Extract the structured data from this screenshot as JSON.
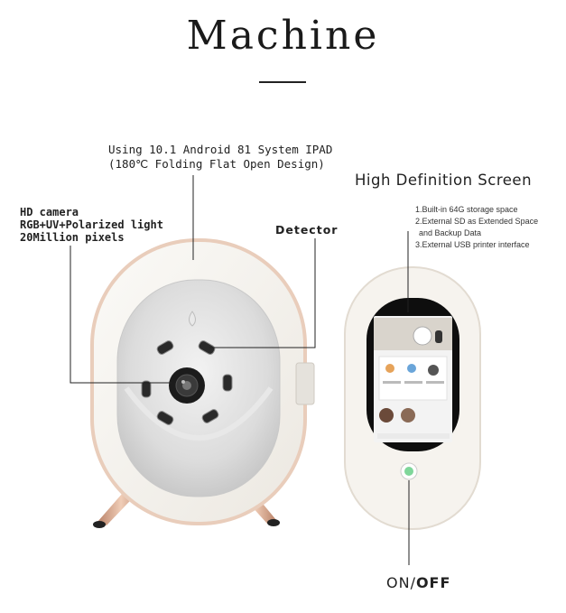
{
  "header": {
    "title": "Machine"
  },
  "annotations": {
    "ipad_line1": "Using 10.1 Android 81 System IPAD",
    "ipad_line2": "(180℃ Folding Flat Open Design)",
    "camera_line1": "HD camera",
    "camera_line2": "RGB+UV+Polarized light",
    "camera_line3": "20Million pixels",
    "detector": "Detector",
    "screen_title": "High Definition Screen",
    "spec1": "1.Built-in 64G storage space",
    "spec2": "2.External SD as Extended Space",
    "spec3": "and Backup Data",
    "spec4": "3.External USB printer interface",
    "on": "ON/",
    "off": "OFF"
  },
  "colors": {
    "shell": "#f4f1ec",
    "rim": "#e7c9b6",
    "bowl": "#d9d9d9",
    "legs": "#d8a98c",
    "power": "#7fd69a"
  },
  "icons": [
    "camera-lens-icon",
    "led-light-icon",
    "power-button-icon"
  ]
}
